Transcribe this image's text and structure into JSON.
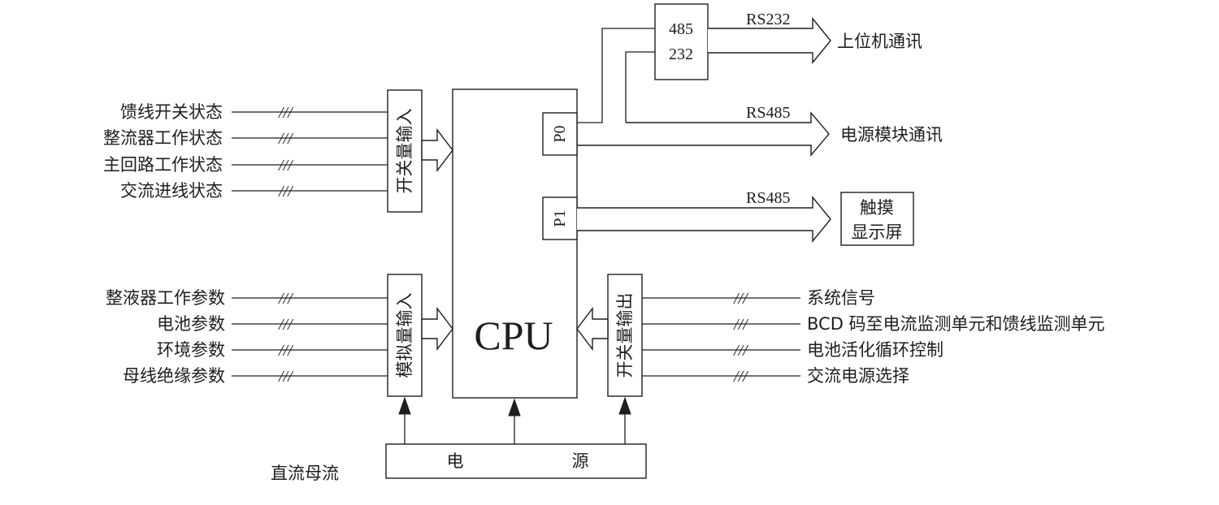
{
  "inputs_switch": [
    "馈线开关状态",
    "整流器工作状态",
    "主回路工作状态",
    "交流进线状态"
  ],
  "inputs_analog": [
    "整液器工作参数",
    "电池参数",
    "环境参数",
    "母线绝缘参数"
  ],
  "outputs_switch": [
    "系统信号",
    "BCD 码至电流监测单元和馈线监测单元",
    "电池活化循环控制",
    "交流电源选择"
  ],
  "bus_mark": "///",
  "blocks": {
    "switch_input": "开关量输入",
    "analog_input": "模拟量输入",
    "switch_output": "开关量输出",
    "cpu": "CPU",
    "p0": "P0",
    "p1": "P1",
    "converter_line1": "485",
    "converter_line2": "232",
    "touch_line1": "触摸",
    "touch_line2": "显示屏",
    "power_left": "电",
    "power_right": "源"
  },
  "links": {
    "rs232": "RS232",
    "rs485_power": "RS485",
    "rs485_touch": "RS485",
    "host_comm": "上位机通讯",
    "power_module_comm": "电源模块通讯"
  },
  "dc_bus_label": "直流母流"
}
